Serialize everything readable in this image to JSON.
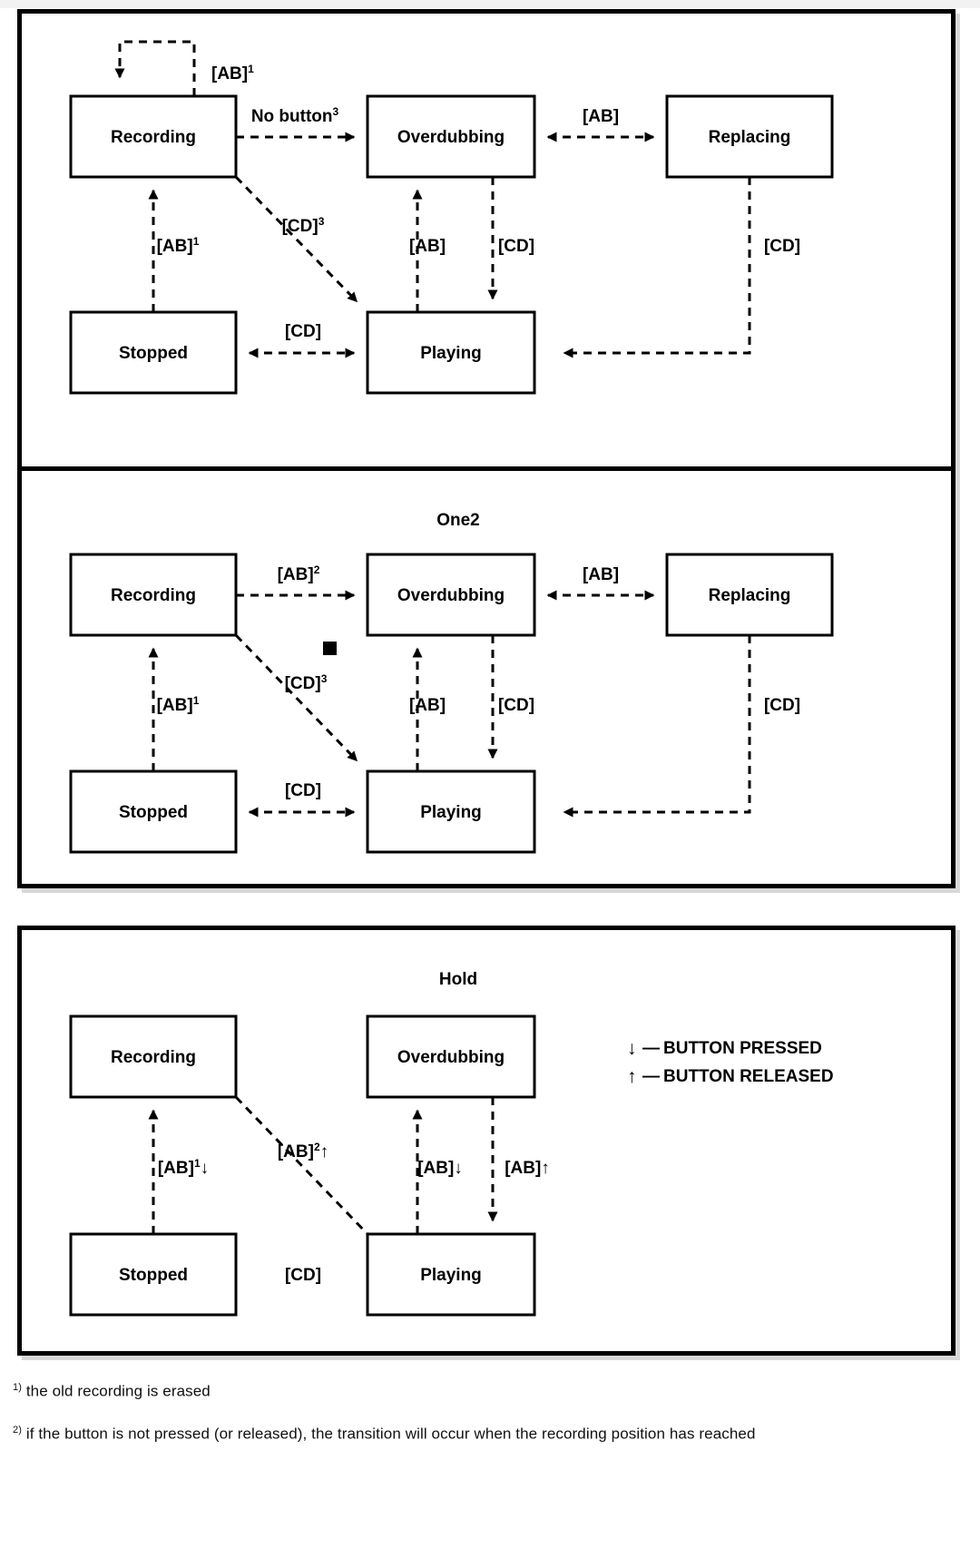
{
  "document": {
    "kind": "state-transition-diagrams",
    "background": "#ffffff",
    "ink": "#000000"
  },
  "panels": [
    {
      "id": "panel-one1",
      "title": "",
      "states": [
        {
          "id": "recording",
          "label": "Recording"
        },
        {
          "id": "overdubbing",
          "label": "Overdubbing"
        },
        {
          "id": "replacing",
          "label": "Replacing"
        },
        {
          "id": "stopped",
          "label": "Stopped"
        },
        {
          "id": "playing",
          "label": "Playing"
        }
      ],
      "transitions": [
        {
          "from": "recording",
          "to": "recording",
          "label": "[AB]",
          "sup": "1",
          "style": "self-loop"
        },
        {
          "from": "recording",
          "to": "overdubbing",
          "label": "No button",
          "sup": "3",
          "style": "dashed-arrow"
        },
        {
          "from": "overdubbing",
          "to": "replacing",
          "label": "[AB]",
          "sup": "",
          "style": "dashed-bidirectional"
        },
        {
          "from": "recording",
          "to": "playing",
          "label": "[CD]",
          "sup": "3",
          "style": "dashed-diagonal"
        },
        {
          "from": "playing",
          "to": "overdubbing",
          "label": "[AB]",
          "sup": "",
          "style": "dashed-arrow-up"
        },
        {
          "from": "overdubbing",
          "to": "playing",
          "label": "[CD]",
          "sup": "",
          "style": "dashed-arrow-down"
        },
        {
          "from": "replacing",
          "to": "playing",
          "label": "[CD]",
          "sup": "",
          "style": "dashed-elbow"
        },
        {
          "from": "stopped",
          "to": "recording",
          "label": "[AB]",
          "sup": "1",
          "style": "dashed-arrow-up"
        },
        {
          "from": "stopped",
          "to": "playing",
          "label": "[CD]",
          "sup": "",
          "style": "dashed-bidirectional"
        }
      ]
    },
    {
      "id": "panel-one2",
      "title": "One2",
      "marker": "filled-square",
      "states": [
        {
          "id": "recording",
          "label": "Recording"
        },
        {
          "id": "overdubbing",
          "label": "Overdubbing"
        },
        {
          "id": "replacing",
          "label": "Replacing"
        },
        {
          "id": "stopped",
          "label": "Stopped"
        },
        {
          "id": "playing",
          "label": "Playing"
        }
      ],
      "transitions": [
        {
          "from": "recording",
          "to": "overdubbing",
          "label": "[AB]",
          "sup": "2",
          "style": "dashed-arrow"
        },
        {
          "from": "overdubbing",
          "to": "replacing",
          "label": "[AB]",
          "sup": "",
          "style": "dashed-bidirectional"
        },
        {
          "from": "recording",
          "to": "playing",
          "label": "[CD]",
          "sup": "3",
          "style": "dashed-diagonal"
        },
        {
          "from": "playing",
          "to": "overdubbing",
          "label": "[AB]",
          "sup": "",
          "style": "dashed-arrow-up"
        },
        {
          "from": "overdubbing",
          "to": "playing",
          "label": "[CD]",
          "sup": "",
          "style": "dashed-arrow-down"
        },
        {
          "from": "replacing",
          "to": "playing",
          "label": "[CD]",
          "sup": "",
          "style": "dashed-elbow"
        },
        {
          "from": "stopped",
          "to": "recording",
          "label": "[AB]",
          "sup": "1",
          "style": "dashed-arrow-up"
        },
        {
          "from": "stopped",
          "to": "playing",
          "label": "[CD]",
          "sup": "",
          "style": "dashed-bidirectional"
        }
      ]
    },
    {
      "id": "panel-hold",
      "title": "Hold",
      "states": [
        {
          "id": "recording",
          "label": "Recording"
        },
        {
          "id": "overdubbing",
          "label": "Overdubbing"
        },
        {
          "id": "stopped",
          "label": "Stopped"
        },
        {
          "id": "playing",
          "label": "Playing"
        }
      ],
      "transitions": [
        {
          "from": "recording",
          "to": "playing",
          "label": "[AB]",
          "sup": "2",
          "suffix": "↑",
          "style": "dashed-diagonal"
        },
        {
          "from": "stopped",
          "to": "recording",
          "label": "[AB]",
          "sup": "1",
          "suffix": "↓",
          "style": "dashed-arrow-up"
        },
        {
          "from": "playing",
          "to": "overdubbing",
          "label": "[AB]",
          "sup": "",
          "suffix": "↓",
          "style": "dashed-arrow-up"
        },
        {
          "from": "overdubbing",
          "to": "playing",
          "label": "[AB]",
          "sup": "",
          "suffix": "↑",
          "style": "dashed-arrow-down"
        },
        {
          "from": "stopped",
          "to": "playing",
          "label": "[CD]",
          "sup": "",
          "suffix": "",
          "style": "label-only"
        }
      ],
      "legend": [
        {
          "symbol": "↓",
          "dash": "—",
          "text": "BUTTON PRESSED"
        },
        {
          "symbol": "↑",
          "dash": "—",
          "text": "BUTTON RELEASED"
        }
      ]
    }
  ],
  "footnotes": [
    {
      "marker": "1)",
      "text": "the old recording is erased"
    },
    {
      "marker": "2)",
      "text": "if the button is not pressed (or released), the transition will occur when the recording position has reached"
    }
  ]
}
